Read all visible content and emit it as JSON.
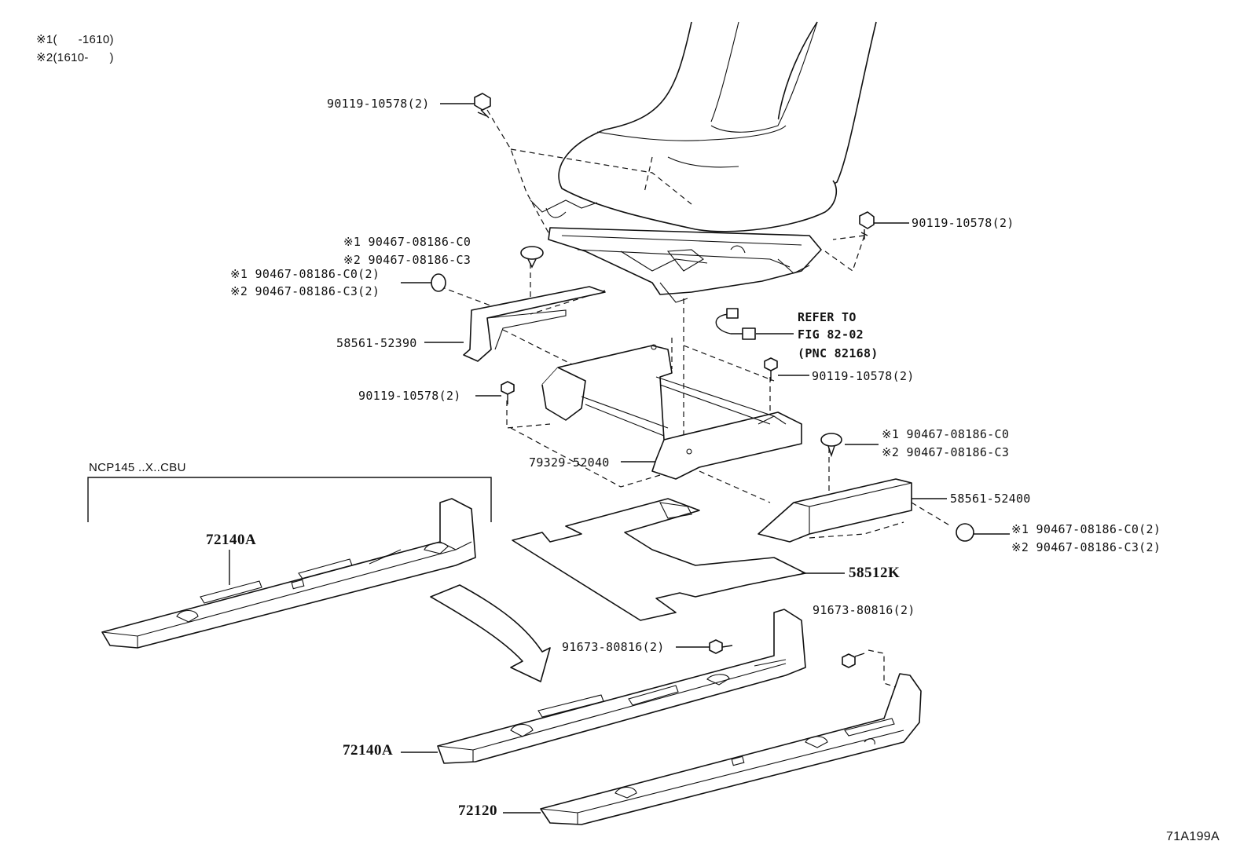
{
  "notes": [
    {
      "mark": "※1",
      "text": "(      -1610)"
    },
    {
      "mark": "※2",
      "text": "(1610-      )"
    }
  ],
  "callouts": {
    "bolt_top": "90119-10578(2)",
    "bolt_right": "90119-10578(2)",
    "clip_top_1": "※1 90467-08186-C0",
    "clip_top_2": "※2 90467-08186-C3",
    "clip_left_1": "※1 90467-08186-C0(2)",
    "clip_left_2": "※2 90467-08186-C3(2)",
    "bracket_left": "58561-52390",
    "bolt_frame_left": "90119-10578(2)",
    "bolt_frame_right": "90119-10578(2)",
    "ref_1": "REFER TO",
    "ref_2": "FIG 82-02",
    "ref_3": "(PNC 82168)",
    "clip_right_1": "※1 90467-08186-C0",
    "clip_right_2": "※2 90467-08186-C3",
    "frame": "79329-52040",
    "bracket_right": "58561-52400",
    "clip_br_1": "※1 90467-08186-C0(2)",
    "clip_br_2": "※2 90467-08186-C3(2)",
    "variant": "NCP145 ..X..CBU",
    "rail_a_top": "72140A",
    "mat": "58512K",
    "bolt_rail_right": "91673-80816(2)",
    "bolt_rail_left": "91673-80816(2)",
    "rail_a_bottom": "72140A",
    "rail_b": "72120",
    "figure_id": "71A199A"
  }
}
